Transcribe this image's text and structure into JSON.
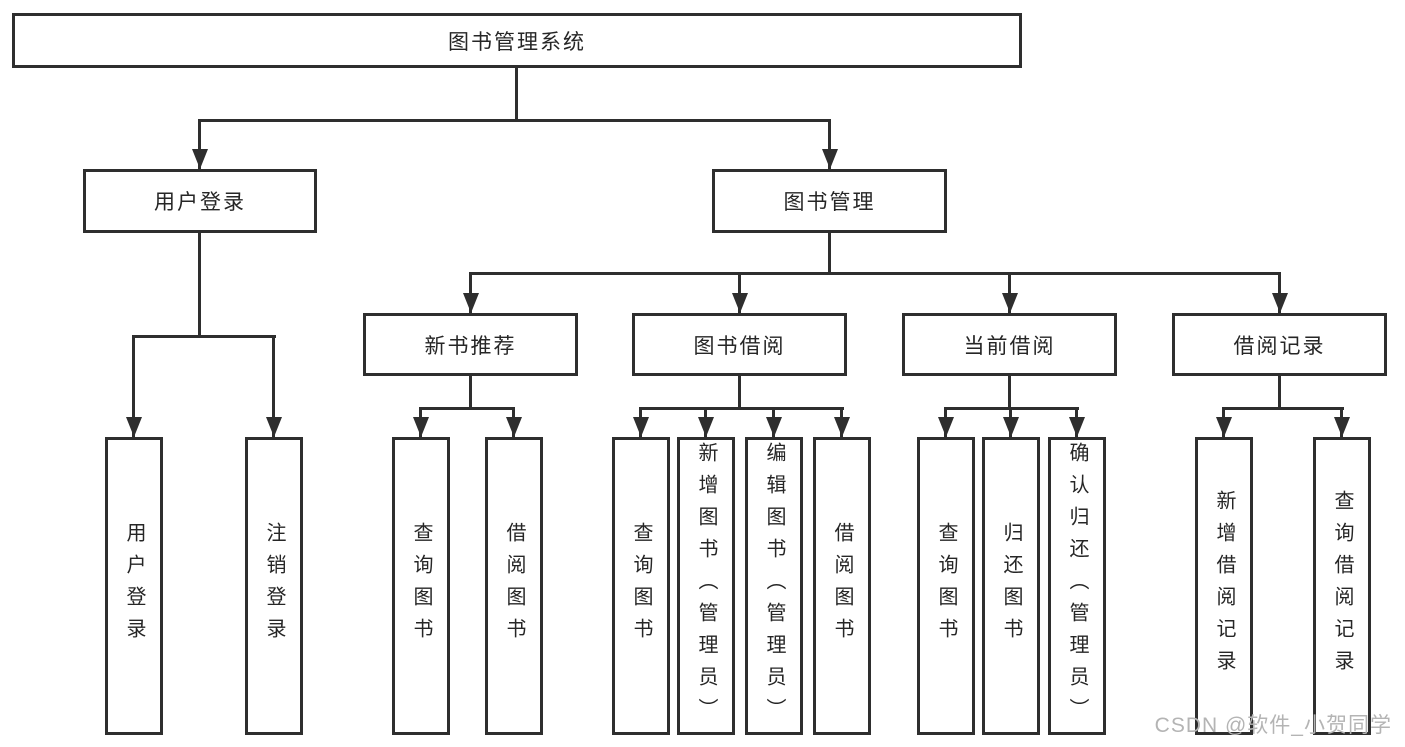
{
  "colors": {
    "line": "#2e2e2e",
    "box_border": "#2e2e2e",
    "box_background": "#ffffff",
    "text": "#262626",
    "page_background": "#ffffff",
    "watermark": "#b4b4b4"
  },
  "tree": {
    "label": "图书管理系统",
    "children": [
      {
        "label": "用户登录",
        "children": [
          {
            "label": "用户登录"
          },
          {
            "label": "注销登录"
          }
        ]
      },
      {
        "label": "图书管理",
        "children": [
          {
            "label": "新书推荐",
            "children": [
              {
                "label": "查询图书"
              },
              {
                "label": "借阅图书"
              }
            ]
          },
          {
            "label": "图书借阅",
            "children": [
              {
                "label": "查询图书"
              },
              {
                "label": "新增图书（管理员）"
              },
              {
                "label": "编辑图书（管理员）"
              },
              {
                "label": "借阅图书"
              }
            ]
          },
          {
            "label": "当前借阅",
            "children": [
              {
                "label": "查询图书"
              },
              {
                "label": "归还图书"
              },
              {
                "label": "确认归还（管理员）"
              }
            ]
          },
          {
            "label": "借阅记录",
            "children": [
              {
                "label": "新增借阅记录"
              },
              {
                "label": "查询借阅记录"
              }
            ]
          }
        ]
      }
    ]
  },
  "watermark": {
    "text": "CSDN @软件_小贺同学"
  }
}
